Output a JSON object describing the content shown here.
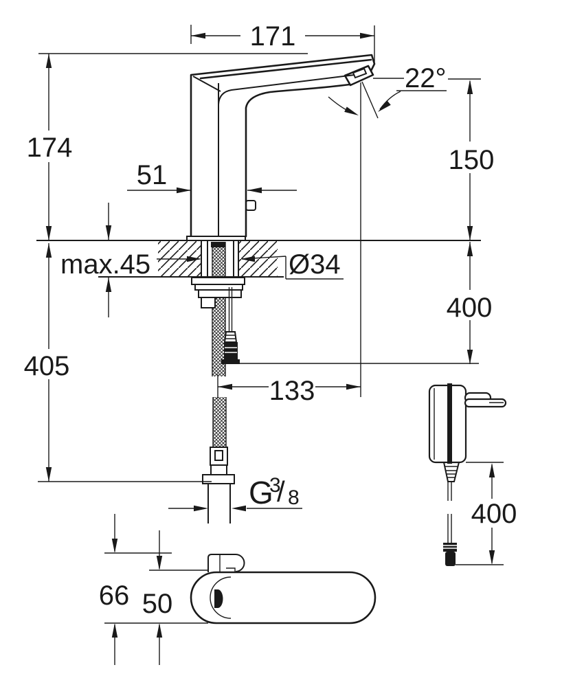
{
  "dims": {
    "spout_width": "171",
    "body_height": "174",
    "body_width": "51",
    "spray_angle": "22°",
    "outlet_height": "150",
    "deck_thickness": "max.45",
    "hole_diameter": "Ø34",
    "below_deck_height": "405",
    "hose_drop": "400",
    "spout_reach": "133",
    "cable_length": "400",
    "base_total_depth": "66",
    "base_body_depth": "50",
    "thread_g": "G",
    "thread_num": "3",
    "thread_slash": "/",
    "thread_den": "8"
  }
}
